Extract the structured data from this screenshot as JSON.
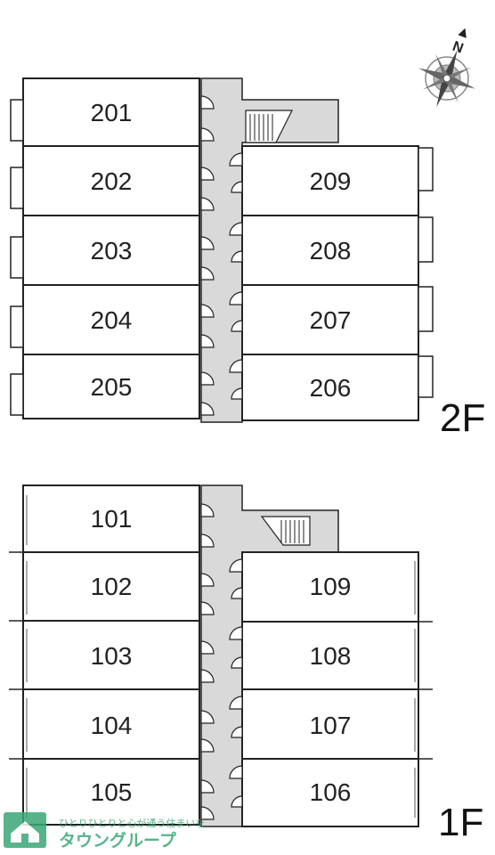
{
  "compass": {
    "north_label": "N"
  },
  "floors": [
    {
      "id": "2F",
      "label": "2F",
      "left_rooms": [
        "201",
        "202",
        "203",
        "204",
        "205"
      ],
      "right_rooms": [
        "209",
        "208",
        "207",
        "206"
      ]
    },
    {
      "id": "1F",
      "label": "1F",
      "left_rooms": [
        "101",
        "102",
        "103",
        "104",
        "105"
      ],
      "right_rooms": [
        "109",
        "108",
        "107",
        "106"
      ]
    }
  ],
  "watermark": {
    "tagline": "ひとりひとりと心が通う住まいを",
    "brand": "タウングループ",
    "color": "#3aa876"
  },
  "colors": {
    "corridor": "#d9d9d9",
    "wall": "#222222",
    "room_fill": "#ffffff"
  }
}
